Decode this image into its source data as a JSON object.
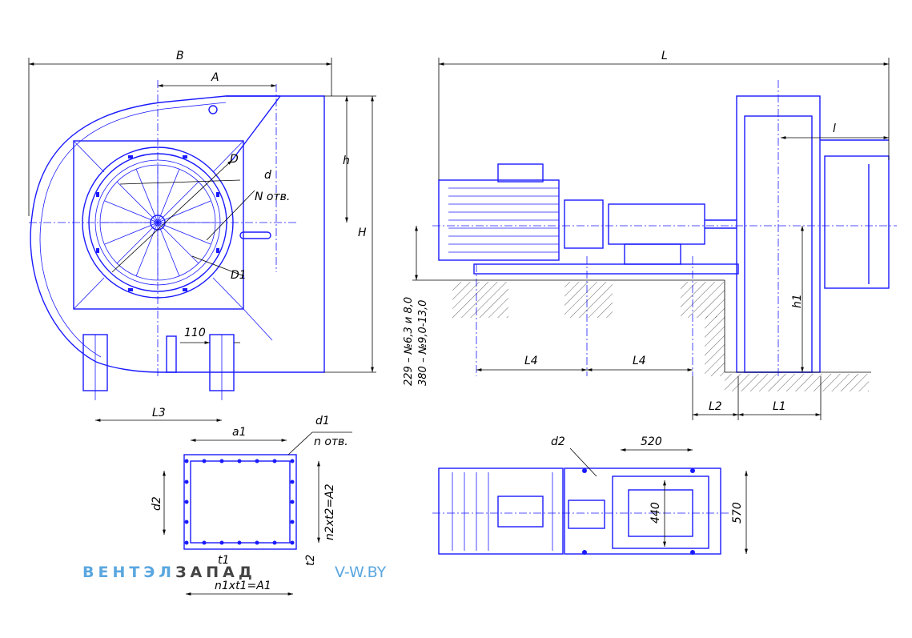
{
  "labels": {
    "B": "B",
    "A": "A",
    "D": "D",
    "d": "d",
    "N_holes": "N отв.",
    "D1": "D1",
    "h": "h",
    "H": "H",
    "dim_110": "110",
    "L3": "L3",
    "L": "L",
    "l": "l",
    "L4a": "L4",
    "L4b": "L4",
    "L2": "L2",
    "L1": "L1",
    "h1": "h1",
    "height_note_1": "229 – №6,3 и 8,0",
    "height_note_2": "380 – №9,0-13,0",
    "a1": "a1",
    "d1": "d1",
    "n_holes": "n отв.",
    "d2_left": "d2",
    "n2t2": "n2xt2=A2",
    "t1": "t1",
    "t2": "t2",
    "n1t1": "n1xt1=A1",
    "d2_plan": "d2",
    "dim_520": "520",
    "dim_440": "440",
    "dim_570": "570"
  },
  "watermark": {
    "brand_part1": "ВЕНТЭЛ",
    "brand_part2": "ЗАПАД",
    "site": "V-W.BY"
  },
  "colors": {
    "drawing": "#1a1aff",
    "brand_light": "#5aa7e0",
    "brand_dark": "#444444"
  }
}
